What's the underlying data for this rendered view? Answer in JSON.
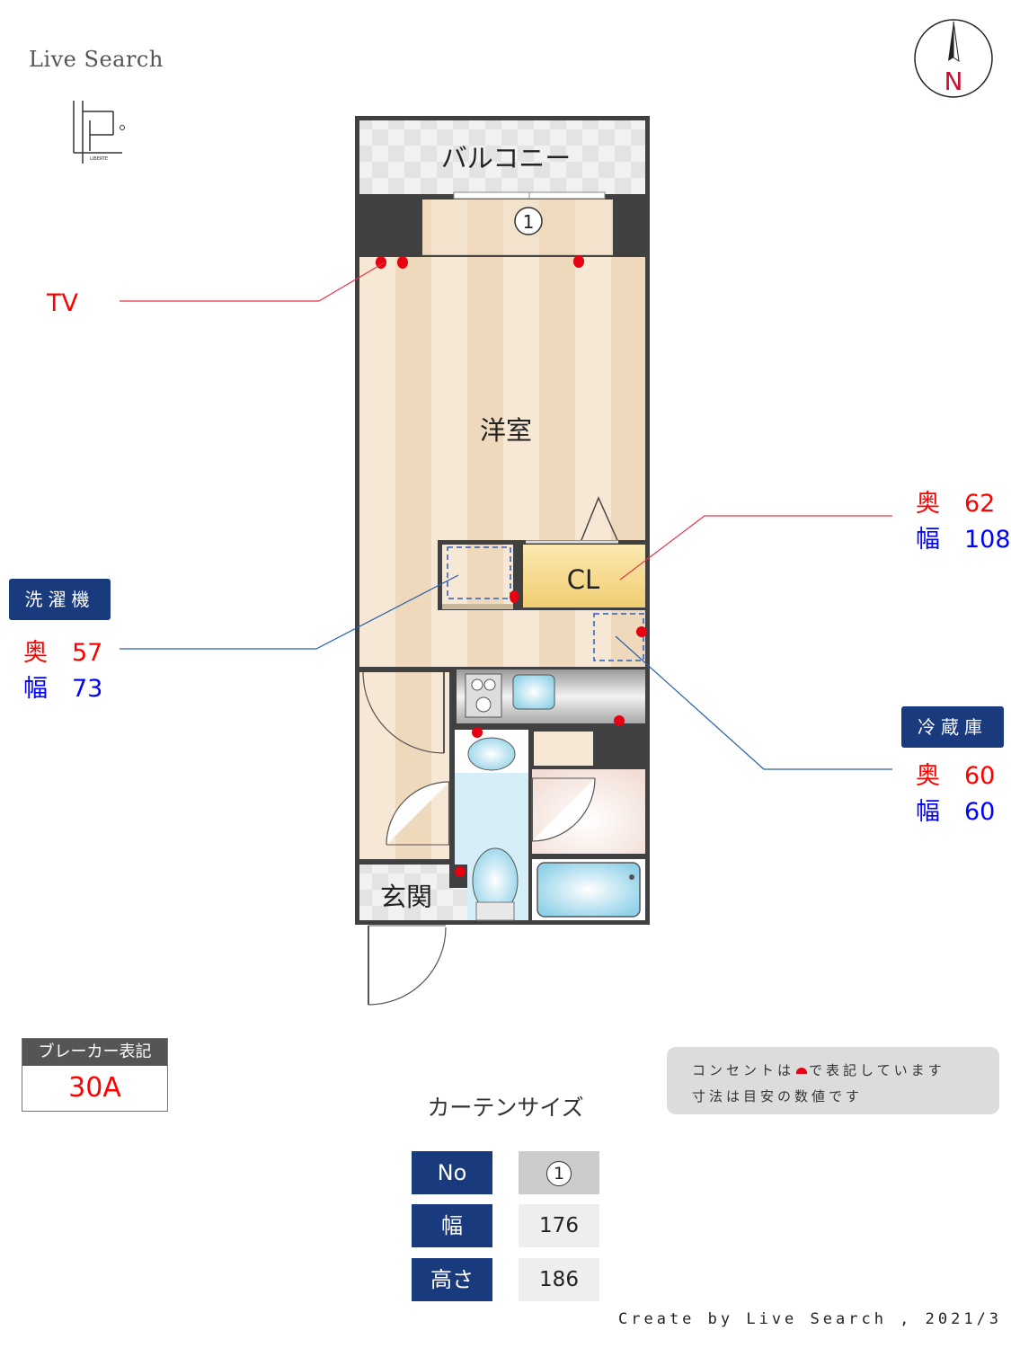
{
  "brand": "Live Search",
  "logo_text": "LIBERTE",
  "compass": {
    "north_label": "N"
  },
  "rooms": {
    "balcony": "バルコニー",
    "western_room": "洋室",
    "closet": "CL",
    "entrance": "玄関",
    "window_no": "1"
  },
  "callouts": {
    "tv": {
      "label": "TV"
    },
    "closet": {
      "depth_label": "奥",
      "depth": "62",
      "width_label": "幅",
      "width": "108"
    },
    "washer": {
      "title": "洗濯機",
      "depth_label": "奥",
      "depth": "57",
      "width_label": "幅",
      "width": "73"
    },
    "fridge": {
      "title": "冷蔵庫",
      "depth_label": "奥",
      "depth": "60",
      "width_label": "幅",
      "width": "60"
    }
  },
  "breaker": {
    "title": "ブレーカー表記",
    "value": "30A"
  },
  "note": {
    "line1_pre": "コンセントは",
    "line1_post": "で表記しています",
    "line2": "寸法は目安の数値です"
  },
  "curtain": {
    "title": "カーテンサイズ",
    "rows": [
      {
        "key": "No",
        "value": "1"
      },
      {
        "key": "幅",
        "value": "176"
      },
      {
        "key": "高さ",
        "value": "186"
      }
    ]
  },
  "credit": "Create by Live Search , 2021/3",
  "colors": {
    "accent_navy": "#1a3a7e",
    "outlet_red": "#e60012",
    "wall": "#404040",
    "floor": "#f5e7d3"
  }
}
